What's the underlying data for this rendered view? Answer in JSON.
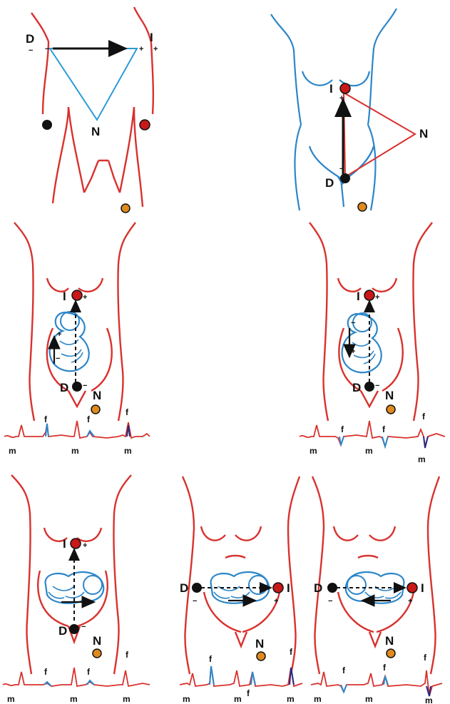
{
  "labels": {
    "negative_electrode": "D",
    "positive_electrode": "I",
    "neutral_electrode": "N",
    "maternal_complex": "m",
    "fetal_complex": "f",
    "plus_sign": "+",
    "minus_sign": "−"
  },
  "colors": {
    "body_red": "#d8322e",
    "body_blue": "#2c86c9",
    "fetus_blue": "#2c86c9",
    "lead_triangle": "#2c9bd6",
    "lead_triangle_red": "#d8322e",
    "electrode_black": "#111111",
    "electrode_red": "#c81818",
    "electrode_orange": "#e08a1e",
    "ecg_red": "#d8322e",
    "ecg_fetal_blue": "#2c86c9",
    "ecg_fetal_dark": "#2a2a80"
  }
}
